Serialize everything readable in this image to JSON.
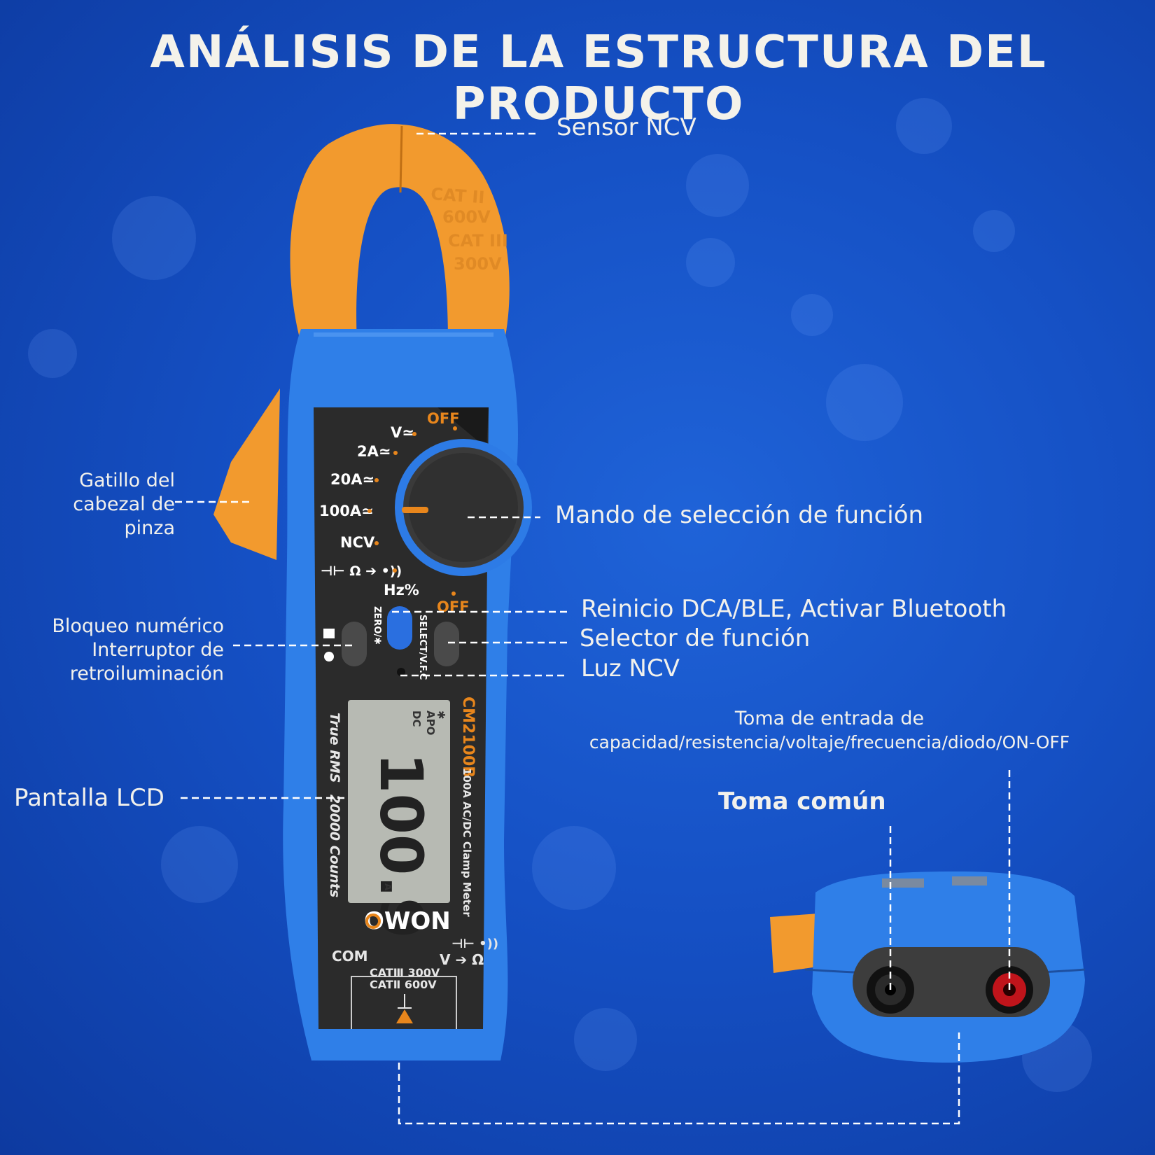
{
  "title": "ANÁLISIS DE LA ESTRUCTURA DEL PRODUCTO",
  "labels": {
    "ncv_sensor": "Sensor NCV",
    "trigger": [
      "Gatillo del",
      "cabezal de",
      "pinza"
    ],
    "dial": "Mando de selección de función",
    "dca_ble": "Reinicio DCA/BLE, Activar Bluetooth",
    "function_selector": "Selector de función",
    "ncv_light": "Luz NCV",
    "hold_backlight": [
      "Bloqueo numérico",
      "Interruptor de",
      "retroiluminación"
    ],
    "input_jack": [
      "Toma de entrada de",
      "capacidad/resistencia/voltaje/frecuencia/diodo/ON-OFF"
    ],
    "common_jack": "Toma común",
    "lcd": "Pantalla LCD"
  },
  "meter": {
    "jaw_markings": [
      "CAT II",
      "600V",
      "CAT III",
      "300V"
    ],
    "dial_positions": [
      "OFF",
      "V≃",
      "2A≃",
      "20A≃",
      "100A≃",
      "NCV",
      "⊣⊢ Ω ➔ •))",
      "Hz%",
      "OFF"
    ],
    "buttons": [
      "ZERO/✱",
      "SELECT/V.F.C"
    ],
    "model": "CM2100B",
    "subtitle": "100A AC/DC Clamp Meter",
    "true_rms": "True RMS",
    "counts": "20000 Counts",
    "lcd_reading": "100.9",
    "lcd_indicators": [
      "APO",
      "DC",
      "✱",
      "A"
    ],
    "brand": "OWON",
    "com_label": "COM",
    "input_symbols_1": "⊣⊢ •))",
    "input_symbols_2": "V ➔ Ω",
    "cat_ratings": [
      "CATⅢ 300V",
      "CATⅡ 600V"
    ]
  },
  "colors": {
    "background": "#1550c4",
    "meter_body": "#2f7fe8",
    "jaw": "#f29a2e",
    "panel": "#2b2b2b",
    "lcd": "#b7bab3",
    "accent": "#e8861c",
    "red_jack": "#c0141b"
  }
}
